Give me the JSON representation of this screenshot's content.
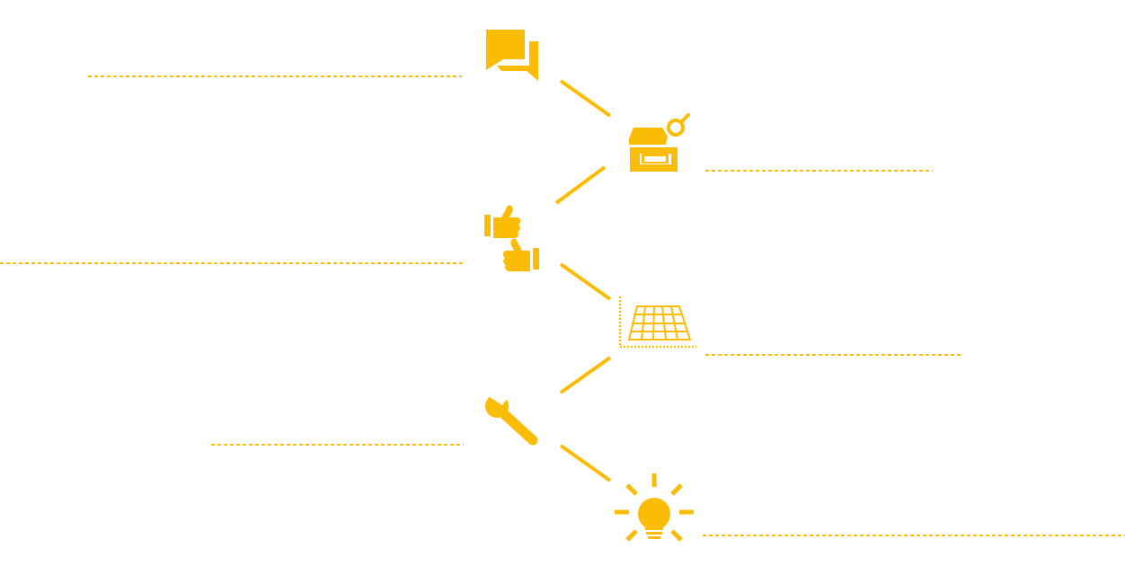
{
  "diagram": {
    "accent_color": "#FBBC05",
    "background_color": "#FFFFFF",
    "layout": "zigzag-timeline",
    "connector_style": "solid",
    "leader_line_style": "dashed",
    "steps": [
      {
        "icon": "chat-bubbles-icon",
        "side": "left"
      },
      {
        "icon": "store-search-icon",
        "side": "right"
      },
      {
        "icon": "thumbs-up-icon",
        "side": "left"
      },
      {
        "icon": "solar-panel-icon",
        "side": "right"
      },
      {
        "icon": "wrench-icon",
        "side": "left"
      },
      {
        "icon": "lightbulb-icon",
        "side": "right"
      }
    ]
  }
}
